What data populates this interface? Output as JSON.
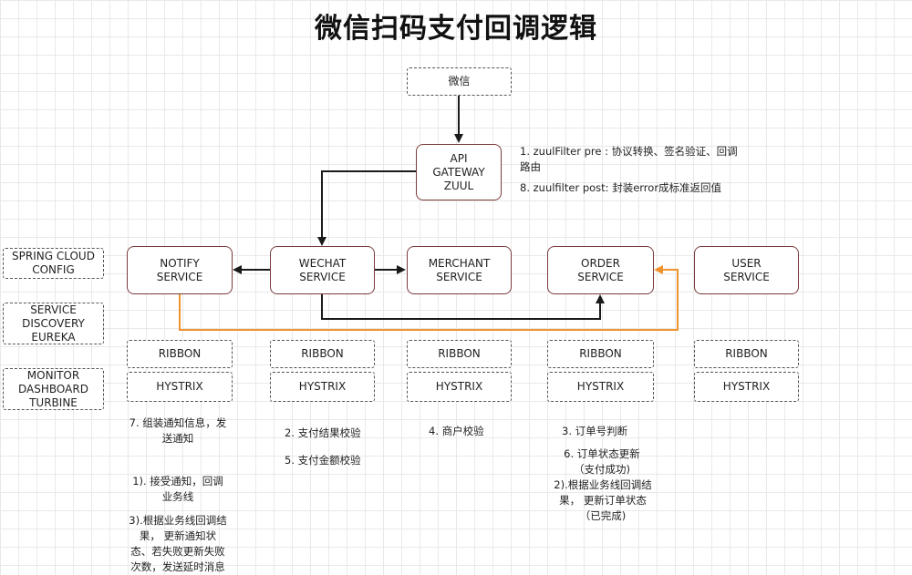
{
  "title": "微信扫码支付回调逻辑",
  "nodes": {
    "wechat": "微信",
    "gateway": "API\nGATEWAY\nZUUL",
    "notify": "NOTIFY\nSERVICE",
    "wechat_service": "WECHAT\nSERVICE",
    "merchant": "MERCHANT\nSERVICE",
    "order": "ORDER\nSERVICE",
    "user": "USER\nSERVICE",
    "spring_cloud_config": "SPRING CLOUD\nCONFIG",
    "service_discovery": "SERVICE\nDISCOVERY\nEUREKA",
    "monitor_dashboard": "MONITOR\nDASHBOARD\nTURBINE",
    "ribbon": "RIBBON",
    "hystrix": "HYSTRIX"
  },
  "notes": {
    "gateway_1": "1. zuulFilter pre : 协议转换、签名验证、回调\n路由",
    "gateway_8": "8. zuulfilter post: 封装error成标准返回值",
    "notify_7": "7. 组装通知信息，发\n送通知",
    "notify_1": "1). 接受通知，回调\n业务线",
    "notify_3": "3).根据业务线回调结\n果， 更新通知状\n态、若失败更新失败\n次数，发送延时消息",
    "wechat_2": "2. 支付结果校验",
    "wechat_5": "5. 支付金额校验",
    "merchant_4": "4. 商户校验",
    "order_3": "3. 订单号判断",
    "order_6": "6. 订单状态更新\n（支付成功)",
    "order_2": "2).根据业务线回调结\n果， 更新订单状态\n（已完成)"
  },
  "colors": {
    "flow": "#1a1a1a",
    "callback": "#f0922d",
    "box_border": "#7a3b3b"
  }
}
